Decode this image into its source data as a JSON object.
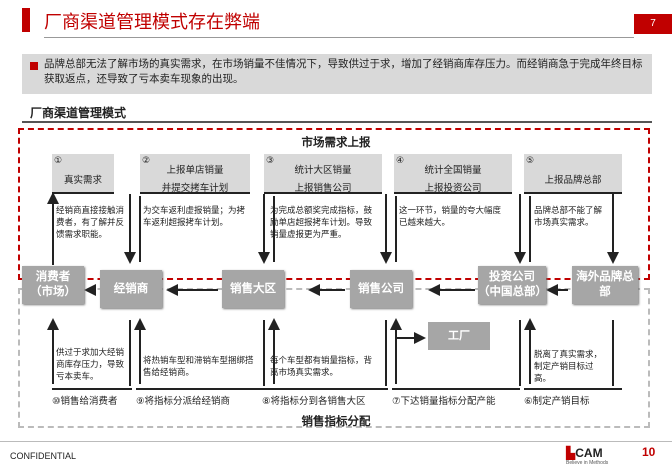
{
  "header": {
    "title": "厂商渠道管理模式存在弊端",
    "page": "7"
  },
  "summary": "品牌总部无法了解市场的真实需求，在市场销量不佳情况下，导致供过于求，增加了经销商库存压力。而经销商急于完成年终目标获取返点，还导致了亏本卖车现象的出现。",
  "section_title": "厂商渠道管理模式",
  "top_label": "市场需求上报",
  "bottom_label": "销售指标分配",
  "nodes": {
    "consumer": "消费者\n（市场）",
    "dealer": "经销商",
    "region": "销售大区",
    "sales_co": "销售公司",
    "invest_co": "投资公司\n（中国总部）",
    "overseas": "海外品牌总\n部",
    "factory": "工厂"
  },
  "top_steps": [
    {
      "num": "①",
      "line1": "真实需求",
      "line2": "",
      "desc": "经销商直接接触消费者，有了解并反馈需求职能。"
    },
    {
      "num": "②",
      "line1": "上报单店销量",
      "line2": "并提交拷车计划",
      "desc": "为交车返利虚报销量；为拷车返利超报拷车计划。"
    },
    {
      "num": "③",
      "line1": "统计大区销量",
      "line2": "上报销售公司",
      "desc": "为完成总额奖完成指标，鼓励单店超报拷车计划。导致销量虚报更为严重。"
    },
    {
      "num": "④",
      "line1": "统计全国销量",
      "line2": "上报投资公司",
      "desc": "这一环节，销量的夸大幅度已越来越大。"
    },
    {
      "num": "⑤",
      "line1": "上报品牌总部",
      "line2": "",
      "desc": "品牌总部不能了解市场真实需求。"
    }
  ],
  "bottom_steps": [
    {
      "num": "⑩",
      "label": "销售给消费者",
      "desc": "供过于求加大经销商库存压力，导致亏本卖车。"
    },
    {
      "num": "⑨",
      "label": "将指标分派给经销商",
      "desc": "将热销车型和滞销车型捆绑搭售给经销商。"
    },
    {
      "num": "⑧",
      "label": "将指标分到各销售大区",
      "desc": "每个车型都有销量指标，背离市场真实需求。"
    },
    {
      "num": "⑦",
      "label": "下达销量指标分配产能",
      "desc": ""
    },
    {
      "num": "⑥",
      "label": "制定产销目标",
      "desc": "脱离了真实需求，制定产销目标过高。"
    }
  ],
  "footer": {
    "confidential": "CONFIDENTIAL",
    "logo": "CAM",
    "logo_sub": "Believe in Methods",
    "badge": "10"
  }
}
